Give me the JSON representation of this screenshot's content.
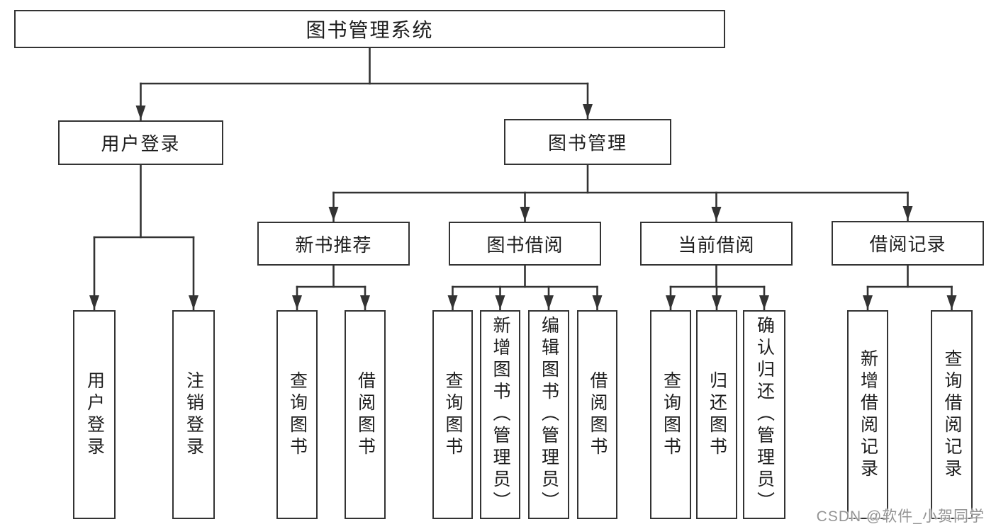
{
  "watermark": "CSDN @软件_小贺同学",
  "colors": {
    "line": "#333333",
    "text": "#1d1d1d",
    "background": "#ffffff",
    "watermark": "#949494"
  },
  "nodes": [
    {
      "id": "root",
      "label": "图书管理系统"
    },
    {
      "id": "user-login",
      "label": "用户登录"
    },
    {
      "id": "book-mgmt",
      "label": "图书管理"
    },
    {
      "id": "new-book-rec",
      "label": "新书推荐"
    },
    {
      "id": "book-borrow",
      "label": "图书借阅"
    },
    {
      "id": "current-borrow",
      "label": "当前借阅"
    },
    {
      "id": "borrow-records",
      "label": "借阅记录"
    },
    {
      "id": "leaf-user-login",
      "label": "用户登录"
    },
    {
      "id": "leaf-logout",
      "label": "注销登录"
    },
    {
      "id": "leaf-rec-query-book",
      "label": "查询图书"
    },
    {
      "id": "leaf-rec-borrow-book",
      "label": "借阅图书"
    },
    {
      "id": "leaf-bb-query-book",
      "label": "查询图书"
    },
    {
      "id": "leaf-bb-add-book",
      "label": "新增图书（管理员）"
    },
    {
      "id": "leaf-bb-edit-book",
      "label": "编辑图书（管理员）"
    },
    {
      "id": "leaf-bb-borrow-book",
      "label": "借阅图书"
    },
    {
      "id": "leaf-cb-query-book",
      "label": "查询图书"
    },
    {
      "id": "leaf-cb-return-book",
      "label": "归还图书"
    },
    {
      "id": "leaf-cb-confirm-return",
      "label": "确认归还（管理员）"
    },
    {
      "id": "leaf-br-add-record",
      "label": "新增借阅记录"
    },
    {
      "id": "leaf-br-query-record",
      "label": "查询借阅记录"
    }
  ],
  "edges": [
    [
      "root",
      "user-login"
    ],
    [
      "root",
      "book-mgmt"
    ],
    [
      "user-login",
      "leaf-user-login"
    ],
    [
      "user-login",
      "leaf-logout"
    ],
    [
      "book-mgmt",
      "new-book-rec"
    ],
    [
      "book-mgmt",
      "book-borrow"
    ],
    [
      "book-mgmt",
      "current-borrow"
    ],
    [
      "book-mgmt",
      "borrow-records"
    ],
    [
      "new-book-rec",
      "leaf-rec-query-book"
    ],
    [
      "new-book-rec",
      "leaf-rec-borrow-book"
    ],
    [
      "book-borrow",
      "leaf-bb-query-book"
    ],
    [
      "book-borrow",
      "leaf-bb-add-book"
    ],
    [
      "book-borrow",
      "leaf-bb-edit-book"
    ],
    [
      "book-borrow",
      "leaf-bb-borrow-book"
    ],
    [
      "current-borrow",
      "leaf-cb-query-book"
    ],
    [
      "current-borrow",
      "leaf-cb-return-book"
    ],
    [
      "current-borrow",
      "leaf-cb-confirm-return"
    ],
    [
      "borrow-records",
      "leaf-br-add-record"
    ],
    [
      "borrow-records",
      "leaf-br-query-record"
    ]
  ]
}
